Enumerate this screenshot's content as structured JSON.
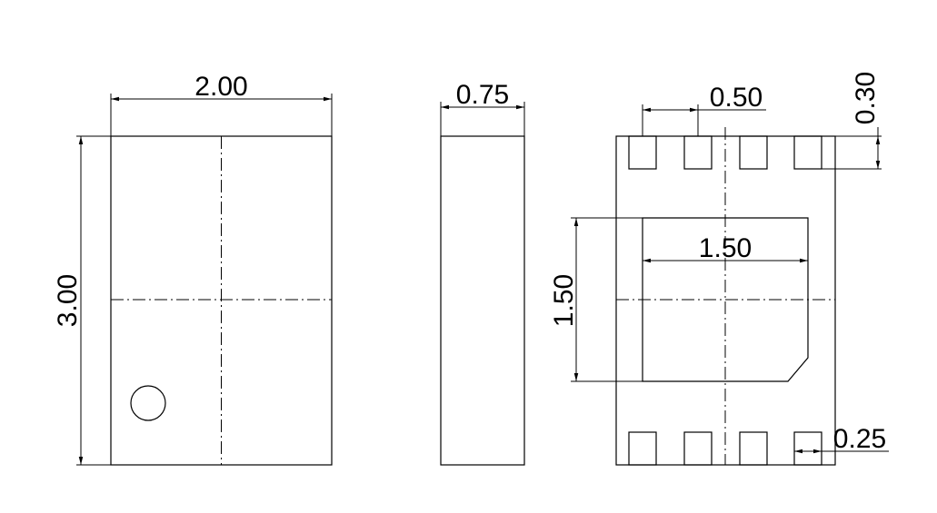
{
  "colors": {
    "line": "#000000",
    "background": "#ffffff"
  },
  "views": {
    "top": {
      "width_label": "2.00",
      "height_label": "3.00"
    },
    "side": {
      "thickness_label": "0.75"
    },
    "bottom": {
      "pitch_label": "0.50",
      "pad_length_label": "0.30",
      "pad_width_label": "0.25",
      "pad_count_per_row": 4,
      "epad_width_label": "1.50",
      "epad_height_label": "1.50"
    }
  }
}
